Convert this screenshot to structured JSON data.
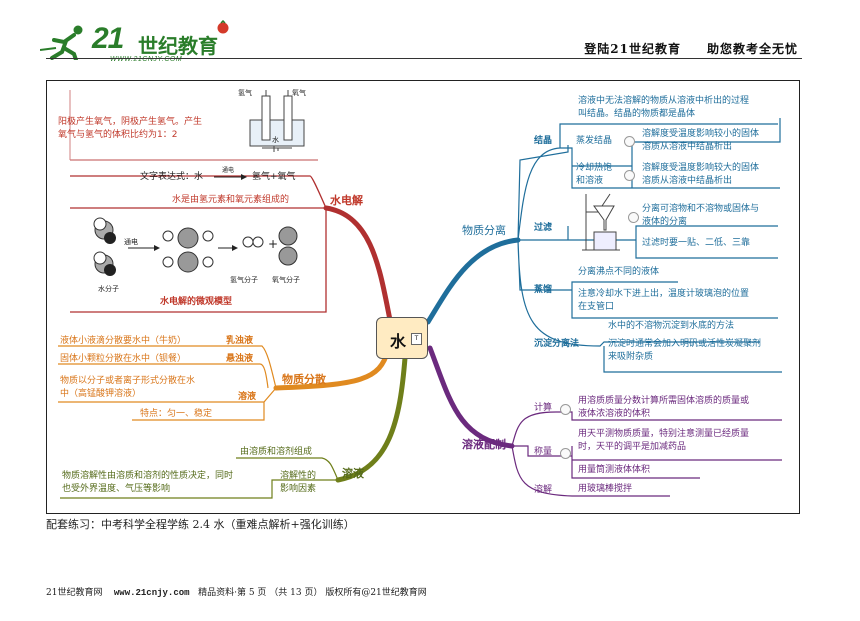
{
  "header": {
    "logo_number": "21",
    "logo_text": "世纪教育",
    "logo_url": "WWW.21CNJY.COM",
    "right_text": "登陆21世纪教育　　助您教考全无忧"
  },
  "mindmap": {
    "center": "水",
    "left": {
      "electrolysis": {
        "label": "水电解",
        "note": "阳极产生氧气，阴极产生氢气。产生氧气与氢气的体积比约为1：2",
        "note_line1": "阳极产生氧气，阴极产生氢气。产生",
        "note_line2": "氧气与氢气的体积比约为1：2",
        "apparatus_h2": "氢气",
        "apparatus_o2": "氧气",
        "apparatus_water": "水",
        "word_eq_prefix": "文字表达式：水",
        "word_eq_cond": "通电",
        "word_eq_products": "氢气+氧气",
        "composition": "水是由氢元素和氧元素组成的",
        "model_water": "水分子",
        "model_cond": "通电",
        "model_h2": "氢气分子",
        "model_o2": "氧气分子",
        "model_title": "水电解的微观模型"
      },
      "dispersion": {
        "label": "物质分散",
        "suspension_desc": "液体小液滴分散要水中（牛奶）",
        "suspension": "乳浊液",
        "emulsion_desc": "固体小颗粒分散在水中（钡餐）",
        "emulsion": "悬浊液",
        "solution_desc_line1": "物质以分子或者离子形式分散在水",
        "solution_desc_line2": "中（高锰酸钾溶液）",
        "solution": "溶液",
        "solution_feature": "特点：匀一、稳定"
      },
      "solution": {
        "label": "溶液",
        "composition": "由溶质和溶剂组成",
        "factor_desc_line1": "物质溶解性由溶质和溶剂的性质决定，同时",
        "factor_desc_line2": "也受外界温度、气压等影响",
        "factor_line1": "溶解性的",
        "factor_line2": "影响因素"
      }
    },
    "right": {
      "separation": {
        "label": "物质分离",
        "crystal": "结晶",
        "crystal_def_line1": "溶液中无法溶解的物质从溶液中析出的过程",
        "crystal_def_line2": "叫结晶。结晶的物质都是晶体",
        "evap": "蒸发结晶",
        "evap_desc_line1": "溶解度受温度影响较小的固体",
        "evap_desc_line2": "溶质从溶液中结晶析出",
        "cool_line1": "冷却热饱",
        "cool_line2": "和溶液",
        "cool_desc_line1": "溶解度受温度影响较大的固体",
        "cool_desc_line2": "溶质从溶液中结晶析出",
        "filter": "过滤",
        "filter_desc_line1": "分离可溶物和不溶物或固体与",
        "filter_desc_line2": "液体的分离",
        "filter_rule": "过滤时要一贴、二低、三靠",
        "distill": "蒸馏",
        "distill_desc1": "分离沸点不同的液体",
        "distill_desc2_line1": "注意冷却水下进上出，温度计玻璃泡的位置",
        "distill_desc2_line2": "在支管口",
        "sediment": "沉淀分离法",
        "sediment_desc1": "水中的不溶物沉淀到水底的方法",
        "sediment_desc2_line1": "沉淀时通常会加入明矾或活性炭凝聚剂",
        "sediment_desc2_line2": "来吸附杂质"
      },
      "preparation": {
        "label": "溶液配制",
        "calc": "计算",
        "calc_desc_line1": "用溶质质量分数计算所需固体溶质的质量或",
        "calc_desc_line2": "液体浓溶液的体积",
        "weigh": "称量",
        "weigh_desc_line1": "用天平测物质质量，特别注意测量已经质量",
        "weigh_desc_line2": "时，天平的调平是加减药品",
        "weigh_desc2": "用量筒测液体体积",
        "dissolve": "溶解",
        "dissolve_desc": "用玻璃棒搅拌"
      }
    }
  },
  "below_text": "配套练习：中考科学全程学练 2.4 水（重难点解析+强化训练）",
  "footer": {
    "site": "21世纪教育网",
    "url": "www.21cnjy.com",
    "text": "精品资料·第 5 页 （共 13 页） 版权所有@21世纪教育网"
  }
}
